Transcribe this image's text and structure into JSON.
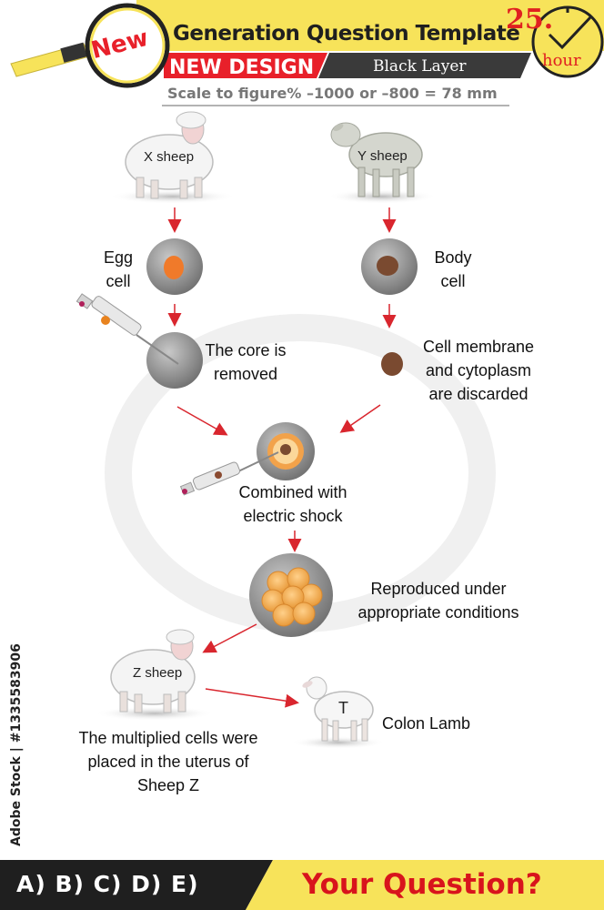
{
  "header": {
    "badge": "New",
    "title": "Generation Question Template",
    "subtitle_left": "NEW DESIGN",
    "subtitle_right": "Black Layer",
    "scale_note": "Scale to figure% –1000 or –800 = 78 mm",
    "clock_number": "25.",
    "clock_unit": "hour"
  },
  "diagram": {
    "x_sheep": "X sheep",
    "y_sheep": "Y sheep",
    "egg_cell_line1": "Egg",
    "egg_cell_line2": "cell",
    "body_cell_line1": "Body",
    "body_cell_line2": "cell",
    "core_removed_line1": "The core is",
    "core_removed_line2": "removed",
    "discarded_line1": "Cell membrane",
    "discarded_line2": "and cytoplasm",
    "discarded_line3": "are discarded",
    "combined_line1": "Combined with",
    "combined_line2": "electric shock",
    "reproduced_line1": "Reproduced under",
    "reproduced_line2": "appropriate conditions",
    "z_sheep": "Z sheep",
    "lamb_letter": "T",
    "lamb_label": "Colon Lamb",
    "uterus_line1": "The multiplied cells were",
    "uterus_line2": "placed in the uterus of",
    "uterus_line3": "Sheep Z"
  },
  "side_text": "Adobe Stock | #1335583906",
  "footer": {
    "answers": "A) B) C) D) E)",
    "question": "Your Question?"
  },
  "colors": {
    "accent_yellow": "#f7e35a",
    "accent_red": "#e8202a",
    "arrow_red": "#d9262e",
    "cell_gray": "#8a8a8a",
    "nucleus_orange": "#f07a2a",
    "nucleus_brown": "#7a4a30"
  }
}
